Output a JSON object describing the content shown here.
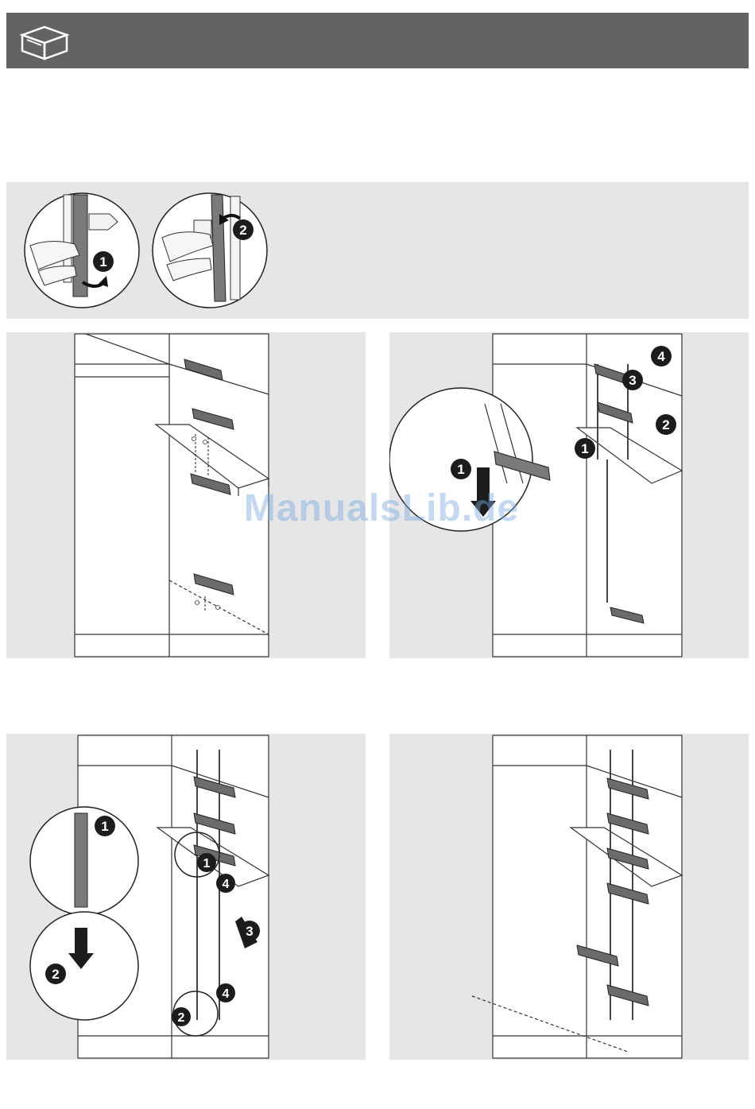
{
  "header": {
    "icon": "drawer-icon",
    "background_color": "#636363"
  },
  "panels": {
    "background_color": "#e6e6e6",
    "top": {
      "callouts": [
        "1",
        "2"
      ]
    },
    "step_a": {
      "callouts": []
    },
    "step_b": {
      "callouts": [
        "1",
        "1",
        "2",
        "3",
        "4"
      ]
    },
    "step_c": {
      "callouts": [
        "1",
        "1",
        "2",
        "2",
        "3",
        "4",
        "4"
      ]
    },
    "step_d": {
      "callouts": []
    }
  },
  "watermark": {
    "text": "ManualsLib.de"
  }
}
